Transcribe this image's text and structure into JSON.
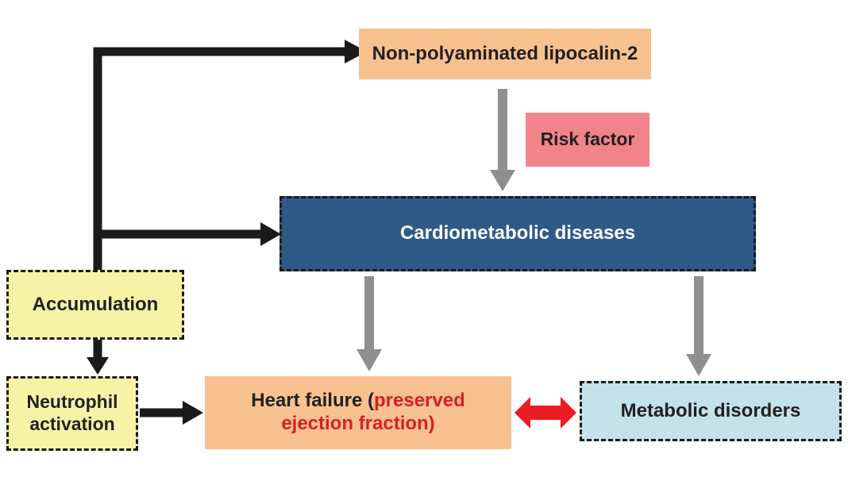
{
  "diagram": {
    "boxes": {
      "lipocalin": {
        "label": "Non-polyaminated lipocalin-2",
        "bg": "#f7c18f"
      },
      "risk_factor": {
        "label": "Risk factor",
        "bg": "#f0848a"
      },
      "cardiometabolic": {
        "label": "Cardiometabolic diseases",
        "bg": "#2f5a88",
        "text_color": "#ffffff"
      },
      "accumulation": {
        "label": "Accumulation",
        "bg": "#f6f3a7"
      },
      "neutrophil": {
        "label": "Neutrophil activation",
        "bg": "#f6f3a7"
      },
      "heart_failure": {
        "prefix": "Heart failure (",
        "highlight": "preserved ejection fraction)",
        "bg": "#f7c18f",
        "highlight_color": "#d81f26"
      },
      "metabolic": {
        "label": "Metabolic disorders",
        "bg": "#c3e2ea"
      }
    },
    "edges": [
      {
        "from": "accumulation",
        "to": "lipocalin",
        "style": "black"
      },
      {
        "from": "accumulation",
        "to": "cardiometabolic",
        "style": "black"
      },
      {
        "from": "lipocalin",
        "to": "cardiometabolic",
        "style": "gray",
        "label": "Risk factor"
      },
      {
        "from": "cardiometabolic",
        "to": "heart_failure",
        "style": "gray"
      },
      {
        "from": "cardiometabolic",
        "to": "metabolic",
        "style": "gray"
      },
      {
        "from": "accumulation",
        "to": "neutrophil",
        "style": "black"
      },
      {
        "from": "neutrophil",
        "to": "heart_failure",
        "style": "black"
      },
      {
        "from": "heart_failure",
        "to": "metabolic",
        "style": "red",
        "bidirectional": true
      }
    ],
    "colors": {
      "black_arrow": "#1a1a1a",
      "gray_arrow": "#8f8f8f",
      "red_arrow": "#ec1c24",
      "dashed_border": "#1a1a1a",
      "dark_text": "#231f20"
    }
  }
}
